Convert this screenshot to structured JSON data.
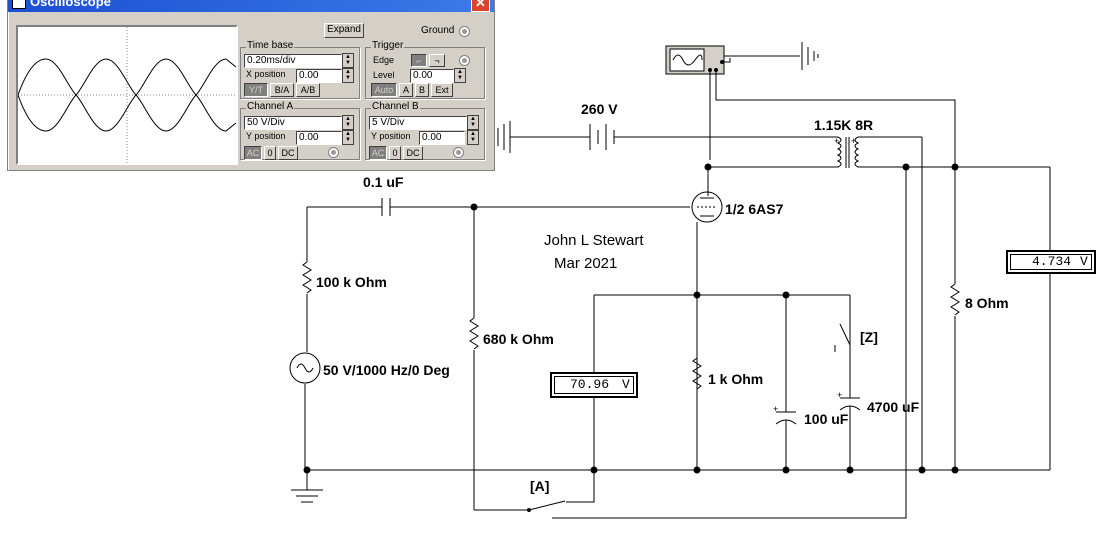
{
  "oscilloscope": {
    "title": "Oscilloscope",
    "close_glyph": "✕",
    "expand_label": "Expand",
    "ground_label": "Ground",
    "timebase": {
      "group_label": "Time base",
      "value": "0.20ms/div",
      "xpos_label": "X position",
      "xpos_value": "0.00",
      "mode_yt": "Y/T",
      "mode_ba": "B/A",
      "mode_ab": "A/B"
    },
    "trigger": {
      "group_label": "Trigger",
      "edge_label": "Edge",
      "level_label": "Level",
      "level_value": "0.00",
      "auto_label": "Auto",
      "a_label": "A",
      "b_label": "B",
      "ext_label": "Ext"
    },
    "channel_a": {
      "group_label": "Channel A",
      "value": "50  V/Div",
      "ypos_label": "Y position",
      "ypos_value": "0.00",
      "ac_label": "AC",
      "zero_label": "0",
      "dc_label": "DC"
    },
    "channel_b": {
      "group_label": "Channel B",
      "value": "5  V/Div",
      "ypos_label": "Y position",
      "ypos_value": "0.00",
      "ac_label": "AC",
      "zero_label": "0",
      "dc_label": "DC"
    }
  },
  "circuit": {
    "battery_label": "260 V",
    "transformer_label": "1.15K 8R",
    "capacitor_in_label": "0.1 uF",
    "tube_label": "1/2 6AS7",
    "author": "John L Stewart",
    "date": "Mar 2021",
    "r_grid_label": "100 k Ohm",
    "source_label": "50 V/1000 Hz/0 Deg",
    "r_leak_label": "680 k Ohm",
    "r_cathode_label": "1 k Ohm",
    "c_100_label": "100 uF",
    "c_4700_label": "4700 uF",
    "r_load_label": "8  Ohm",
    "switch_z_label": "[Z]",
    "switch_a_label": "[A]",
    "meter_cathode": {
      "value": "70.96",
      "unit": "V"
    },
    "meter_output": {
      "value": "4.734",
      "unit": "V"
    }
  }
}
